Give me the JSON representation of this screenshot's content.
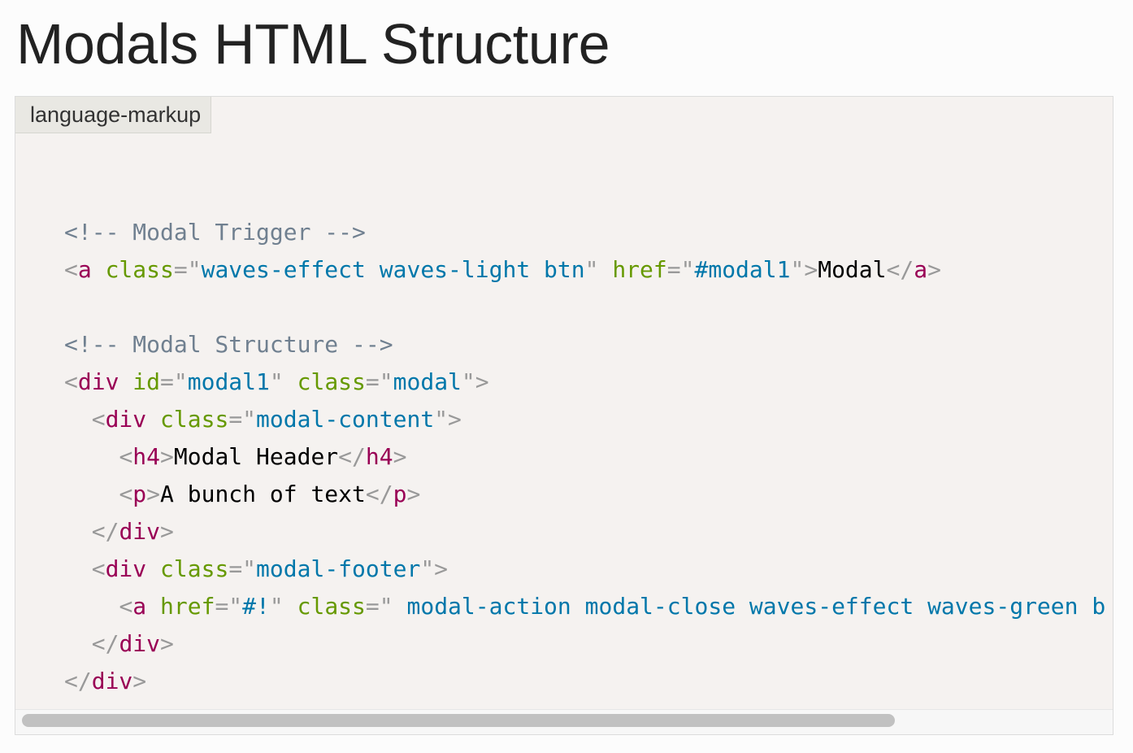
{
  "page": {
    "title": "Modals HTML Structure"
  },
  "code_block": {
    "language_label": "language-markup",
    "lines": [
      [],
      [
        {
          "t": "<!-- Modal Trigger -->",
          "k": "comment"
        }
      ],
      [
        {
          "t": "<",
          "k": "punct"
        },
        {
          "t": "a",
          "k": "tag"
        },
        {
          "t": " ",
          "k": "text"
        },
        {
          "t": "class",
          "k": "attr"
        },
        {
          "t": "=\"",
          "k": "punct"
        },
        {
          "t": "waves-effect waves-light btn",
          "k": "value"
        },
        {
          "t": "\"",
          "k": "punct"
        },
        {
          "t": " ",
          "k": "text"
        },
        {
          "t": "href",
          "k": "attr"
        },
        {
          "t": "=\"",
          "k": "punct"
        },
        {
          "t": "#modal1",
          "k": "value"
        },
        {
          "t": "\">",
          "k": "punct"
        },
        {
          "t": "Modal",
          "k": "text"
        },
        {
          "t": "</",
          "k": "punct"
        },
        {
          "t": "a",
          "k": "tag"
        },
        {
          "t": ">",
          "k": "punct"
        }
      ],
      [],
      [
        {
          "t": "<!-- Modal Structure -->",
          "k": "comment"
        }
      ],
      [
        {
          "t": "<",
          "k": "punct"
        },
        {
          "t": "div",
          "k": "tag"
        },
        {
          "t": " ",
          "k": "text"
        },
        {
          "t": "id",
          "k": "attr"
        },
        {
          "t": "=\"",
          "k": "punct"
        },
        {
          "t": "modal1",
          "k": "value"
        },
        {
          "t": "\"",
          "k": "punct"
        },
        {
          "t": " ",
          "k": "text"
        },
        {
          "t": "class",
          "k": "attr"
        },
        {
          "t": "=\"",
          "k": "punct"
        },
        {
          "t": "modal",
          "k": "value"
        },
        {
          "t": "\">",
          "k": "punct"
        }
      ],
      [
        {
          "t": "  ",
          "k": "text"
        },
        {
          "t": "<",
          "k": "punct"
        },
        {
          "t": "div",
          "k": "tag"
        },
        {
          "t": " ",
          "k": "text"
        },
        {
          "t": "class",
          "k": "attr"
        },
        {
          "t": "=\"",
          "k": "punct"
        },
        {
          "t": "modal-content",
          "k": "value"
        },
        {
          "t": "\">",
          "k": "punct"
        }
      ],
      [
        {
          "t": "    ",
          "k": "text"
        },
        {
          "t": "<",
          "k": "punct"
        },
        {
          "t": "h4",
          "k": "tag"
        },
        {
          "t": ">",
          "k": "punct"
        },
        {
          "t": "Modal Header",
          "k": "text"
        },
        {
          "t": "</",
          "k": "punct"
        },
        {
          "t": "h4",
          "k": "tag"
        },
        {
          "t": ">",
          "k": "punct"
        }
      ],
      [
        {
          "t": "    ",
          "k": "text"
        },
        {
          "t": "<",
          "k": "punct"
        },
        {
          "t": "p",
          "k": "tag"
        },
        {
          "t": ">",
          "k": "punct"
        },
        {
          "t": "A bunch of text",
          "k": "text"
        },
        {
          "t": "</",
          "k": "punct"
        },
        {
          "t": "p",
          "k": "tag"
        },
        {
          "t": ">",
          "k": "punct"
        }
      ],
      [
        {
          "t": "  ",
          "k": "text"
        },
        {
          "t": "</",
          "k": "punct"
        },
        {
          "t": "div",
          "k": "tag"
        },
        {
          "t": ">",
          "k": "punct"
        }
      ],
      [
        {
          "t": "  ",
          "k": "text"
        },
        {
          "t": "<",
          "k": "punct"
        },
        {
          "t": "div",
          "k": "tag"
        },
        {
          "t": " ",
          "k": "text"
        },
        {
          "t": "class",
          "k": "attr"
        },
        {
          "t": "=\"",
          "k": "punct"
        },
        {
          "t": "modal-footer",
          "k": "value"
        },
        {
          "t": "\">",
          "k": "punct"
        }
      ],
      [
        {
          "t": "    ",
          "k": "text"
        },
        {
          "t": "<",
          "k": "punct"
        },
        {
          "t": "a",
          "k": "tag"
        },
        {
          "t": " ",
          "k": "text"
        },
        {
          "t": "href",
          "k": "attr"
        },
        {
          "t": "=\"",
          "k": "punct"
        },
        {
          "t": "#!",
          "k": "value"
        },
        {
          "t": "\"",
          "k": "punct"
        },
        {
          "t": " ",
          "k": "text"
        },
        {
          "t": "class",
          "k": "attr"
        },
        {
          "t": "=\"",
          "k": "punct"
        },
        {
          "t": " modal-action modal-close waves-effect waves-green b",
          "k": "value"
        }
      ],
      [
        {
          "t": "  ",
          "k": "text"
        },
        {
          "t": "</",
          "k": "punct"
        },
        {
          "t": "div",
          "k": "tag"
        },
        {
          "t": ">",
          "k": "punct"
        }
      ],
      [
        {
          "t": "</",
          "k": "punct"
        },
        {
          "t": "div",
          "k": "tag"
        },
        {
          "t": ">",
          "k": "punct"
        }
      ]
    ]
  },
  "scrollbar": {
    "orientation": "horizontal",
    "thumb_fraction_visible": 0.8
  },
  "colors": {
    "comment": "#708090",
    "punctuation": "#999999",
    "tag": "#990055",
    "attr_name": "#669900",
    "attr_value": "#0077aa",
    "code_background": "#f5f2f0"
  }
}
